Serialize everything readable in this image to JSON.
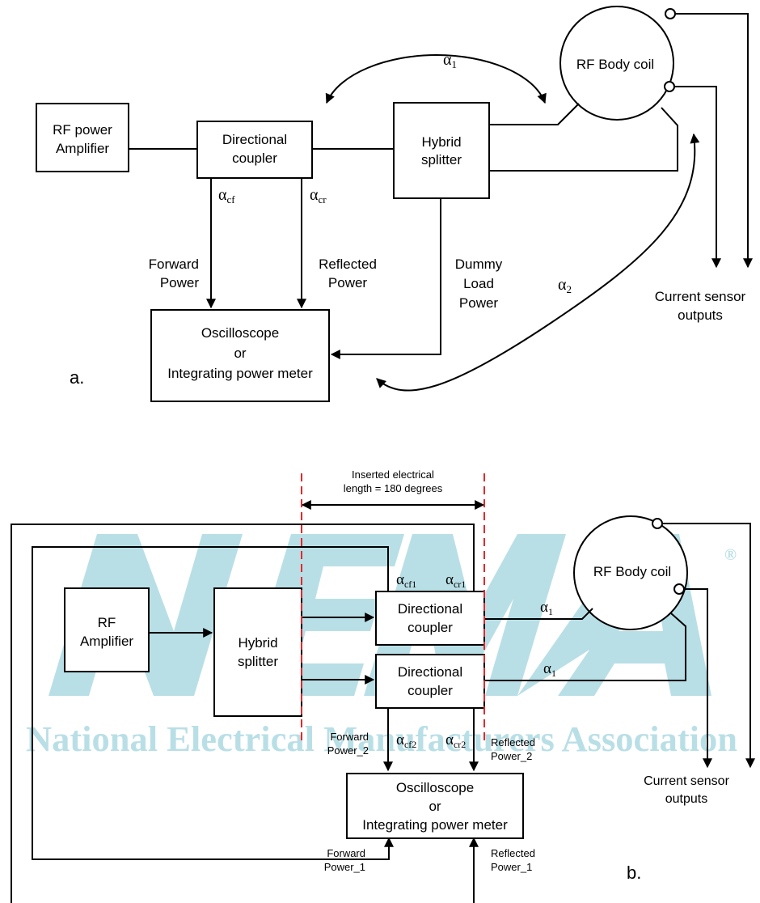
{
  "diagram_a": {
    "label": "a.",
    "rf_amp": [
      "RF power",
      "Amplifier"
    ],
    "dir_coupler": [
      "Directional",
      "coupler"
    ],
    "hybrid": [
      "Hybrid",
      "splitter"
    ],
    "coil": "RF Body coil",
    "scope": [
      "Oscilloscope",
      "or",
      "Integrating power meter"
    ],
    "alpha1": "α",
    "alpha1_sub": "1",
    "alpha2": "α",
    "alpha2_sub": "2",
    "alpha_cf": "α",
    "alpha_cf_sub": "cf",
    "alpha_cr": "α",
    "alpha_cr_sub": "cr",
    "forward": [
      "Forward",
      "Power"
    ],
    "reflected": [
      "Reflected",
      "Power"
    ],
    "dummy": [
      "Dummy",
      "Load",
      "Power"
    ],
    "sensor": [
      "Current sensor",
      "outputs"
    ]
  },
  "diagram_b": {
    "label": "b.",
    "inserted": [
      "Inserted electrical",
      "length = 180 degrees"
    ],
    "rf_amp": [
      "RF",
      "Amplifier"
    ],
    "hybrid": [
      "Hybrid",
      "splitter"
    ],
    "dc1": [
      "Directional",
      "coupler"
    ],
    "dc2": [
      "Directional",
      "coupler"
    ],
    "coil": "RF Body coil",
    "scope": [
      "Oscilloscope",
      "or",
      "Integrating power meter"
    ],
    "alpha": "α",
    "sub_cf1": "cf1",
    "sub_cr1": "cr1",
    "sub_cf2": "cf2",
    "sub_cr2": "cr2",
    "sub_1": "1",
    "forward2": [
      "Forward",
      "Power_2"
    ],
    "reflected2": [
      "Reflected",
      "Power_2"
    ],
    "forward1": [
      "Forward",
      "Power_1"
    ],
    "reflected1": [
      "Reflected",
      "Power_1"
    ],
    "sensor": [
      "Current sensor",
      "outputs"
    ]
  },
  "watermark": {
    "logo": "NEMA",
    "registered": "®",
    "text": "National Electrical Manufacturers Association"
  },
  "colors": {
    "watermark": "#b9dfe6",
    "dashed_line": "#e8262a",
    "line": "#000000"
  }
}
